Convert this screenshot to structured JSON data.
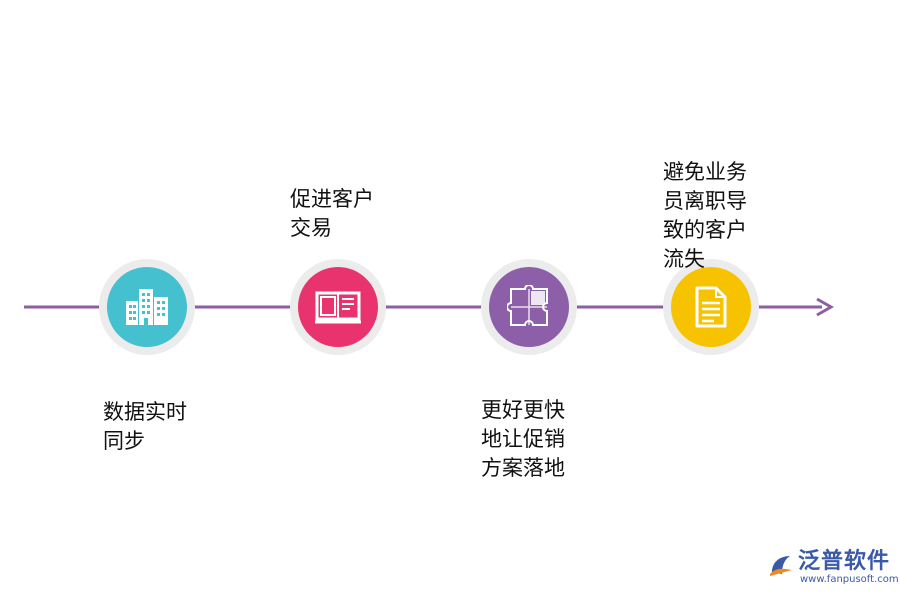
{
  "colors": {
    "timeline": "#8e5ea2",
    "node_1": "#45c0cf",
    "node_2": "#e9336f",
    "node_3": "#8c5fa8",
    "node_4": "#f7c200",
    "node_ring": "#ececec",
    "brand": "#3a5aa8",
    "brand_accent": "#f08a1c"
  },
  "steps": [
    {
      "icon": "buildings-icon",
      "label": "数据实时同步"
    },
    {
      "icon": "open-book-icon",
      "label": "促进客户交易"
    },
    {
      "icon": "puzzle-icon",
      "label": "更好更快地让促销方案落地"
    },
    {
      "icon": "document-icon",
      "label": "避免业务员离职导致的客户流失"
    }
  ],
  "brand": {
    "icon": "fanpu-logo-icon",
    "name": "泛普软件",
    "url": "www.fanpusoft.com"
  }
}
